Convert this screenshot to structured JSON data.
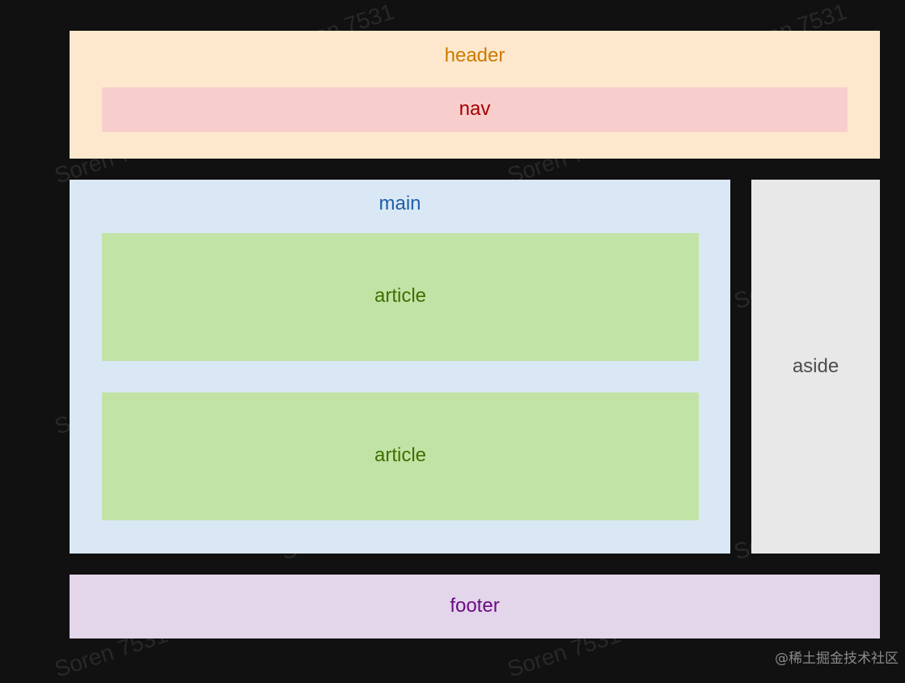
{
  "diagram": {
    "header": {
      "label": "header",
      "color": "#fde8cd",
      "text_color": "#cc7a00"
    },
    "nav": {
      "label": "nav",
      "color": "#f8cecc",
      "text_color": "#a50000"
    },
    "main": {
      "label": "main",
      "color": "#dae8f5",
      "text_color": "#1f5fa8"
    },
    "articles": [
      {
        "label": "article"
      },
      {
        "label": "article"
      }
    ],
    "article_color": "#c2e3a6",
    "article_text_color": "#3d7000",
    "aside": {
      "label": "aside",
      "color": "#e8e8e8",
      "text_color": "#4d4d4d"
    },
    "footer": {
      "label": "footer",
      "color": "#e3d5ea",
      "text_color": "#6a0d83"
    }
  },
  "watermark": "Soren 7531",
  "credit": "@稀土掘金技术社区",
  "background": "#111111"
}
